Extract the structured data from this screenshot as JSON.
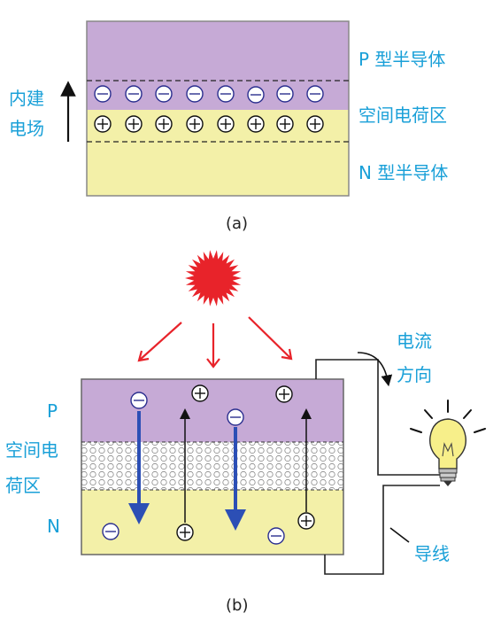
{
  "panel_a": {
    "p_label": "P 型半导体",
    "depletion_label": "空间电荷区",
    "n_label": "N 型半导体",
    "field_label_line1": "内建",
    "field_label_line2": "电场",
    "caption": "(a)"
  },
  "panel_b": {
    "p_label": "P",
    "depletion_label_line1": "空间电",
    "depletion_label_line2": "荷区",
    "n_label": "N",
    "current_label_line1": "电流",
    "current_label_line2": "方向",
    "wire_label": "导线",
    "caption": "(b)"
  },
  "colors": {
    "p_region": "#c6aad6",
    "n_region": "#f3f0a8",
    "label_blue": "#1aa0d8",
    "sun_red": "#e8232a",
    "arrow_blue": "#2c4fb5",
    "bulb_yellow": "#f7ef8a"
  },
  "symbols": {
    "negative": "⊖",
    "positive": "⊕"
  }
}
